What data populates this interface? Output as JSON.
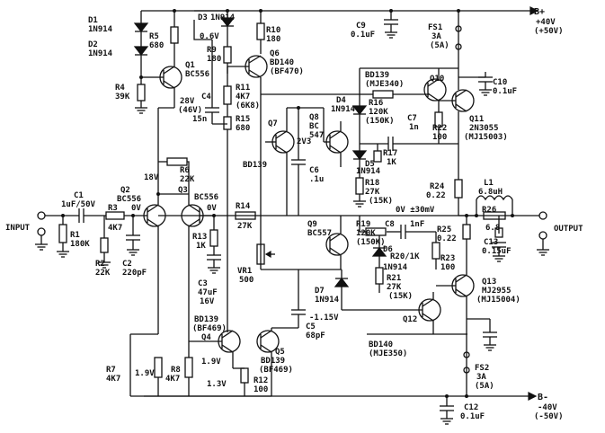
{
  "labels": {
    "d1": "D1",
    "d1_type": "1N914",
    "d2": "D2",
    "d2_type": "1N914",
    "r5": "R5",
    "r5_val": "680",
    "r4": "R4",
    "r4_val": "39K",
    "q1": "Q1",
    "q1_type": "BC556",
    "d3": "D3",
    "d3_type": "1N914",
    "d3_v": "0.6V",
    "r10": "R10",
    "r10_val": "180",
    "r9": "R9",
    "r9_val": "180",
    "q6": "Q6",
    "q6_type": "BD140",
    "q6_alt": "(BF470)",
    "c9": "C9",
    "c9_val": "0.1uF",
    "fs1": "FS1",
    "fs1_val": "3A",
    "fs1_alt": "(5A)",
    "bplus": "B+",
    "bplus_v1": "+40V",
    "bplus_v2": "(+50V)",
    "r11": "R11",
    "r11_val": "4K7",
    "r11_alt": "(6K8)",
    "c4_v1": "28V",
    "c4_v2": "(46V)",
    "c4": "C4",
    "c4_val": "15n",
    "r15": "R15",
    "r15_val": "680",
    "q7": "Q7",
    "q7_type": "BD139",
    "v2v3": "2V3",
    "q8": "Q8",
    "q8_type": "BC",
    "q8_type2": "547",
    "d4": "D4",
    "d4_type": "1N914",
    "bd139_top": "BD139",
    "mje340": "(MJE340)",
    "r16": "R16",
    "r16_val": "120K",
    "r16_alt": "(150K)",
    "c7": "C7",
    "c7_val": "1n",
    "q10": "Q10",
    "r22": "R22",
    "r22_val": "100",
    "c10": "C10",
    "c10_val": "0.1uF",
    "q11": "Q11",
    "q11_type": "2N3055",
    "q11_alt": "(MJ15003)",
    "r17": "R17",
    "r17_val": "1K",
    "d5": "D5",
    "d5_type": "1N914",
    "r18": "R18",
    "r18_val": "27K",
    "r18_alt": "(15K)",
    "c6": "C6",
    "c6_val": ".1u",
    "r24": "R24",
    "r24_val": "0.22",
    "l1": "L1",
    "l1_val": "6.8uH",
    "r26": "R26",
    "r26_val": "6.8",
    "output": "OUTPUT",
    "c13": "C13",
    "c13_val": "0.15uF",
    "v0": "0V ±30mV",
    "input": "INPUT",
    "c1": "C1",
    "c1_val": "1uF/50V",
    "r1": "R1",
    "r1_val": "180K",
    "q2": "Q2",
    "q2_type": "BC556",
    "r3": "R3",
    "r3_val": "4K7",
    "v0_q2": "0V",
    "r2": "R2",
    "r2_val": "22K",
    "c2": "C2",
    "c2_val": "220pF",
    "v18": "18V",
    "r6": "R6",
    "r6_val": "22K",
    "q3": "Q3",
    "q3_type": "BC556",
    "v0_q3": "0V",
    "r14": "R14",
    "r14_val": "27K",
    "r13": "R13",
    "r13_val": "1K",
    "q9": "Q9",
    "q9_type": "BC557",
    "r19": "R19",
    "r19_val": "120K",
    "r19_alt": "(150K)",
    "c8": "C8",
    "c8_val": "1nF",
    "r20": "R20/1K",
    "d6": "D6",
    "d6_type": "1N914",
    "r21": "R21",
    "r21_val": "27K",
    "r21_alt": "(15K)",
    "r23": "R23",
    "r23_val": "100",
    "r25": "R25",
    "r25_val": "0.22",
    "c3": "C3",
    "c3_val": "47uF",
    "c3_v": "16V",
    "vr1": "VR1",
    "vr1_val": "500",
    "q13": "Q13",
    "q13_type": "MJ2955",
    "q13_alt": "(MJ15004)",
    "d7": "D7",
    "d7_type": "1N914",
    "vneg": "-1.15V",
    "c5": "C5",
    "c5_val": "68pF",
    "q12": "Q12",
    "bd139_b": "BD139",
    "bf469_b": "(BF469)",
    "q4": "Q4",
    "q5": "Q5",
    "bd139_q5": "BD139",
    "bf469_q5": "(BF469)",
    "bd140_q12": "BD140",
    "mje350": "(MJE350)",
    "r7": "R7",
    "r7_val": "4K7",
    "r8": "R8",
    "r8_val": "4K7",
    "v19a": "1.9V",
    "v19b": "1.9V",
    "v13": "1.3V",
    "r12": "R12",
    "r12_val": "100",
    "fs2": "FS2",
    "fs2_val": "3A",
    "fs2_alt": "(5A)",
    "bminus": "B-",
    "bminus_v1": "-40V",
    "bminus_v2": "(-50V)",
    "c12": "C12",
    "c12_val": "0.1uF"
  }
}
